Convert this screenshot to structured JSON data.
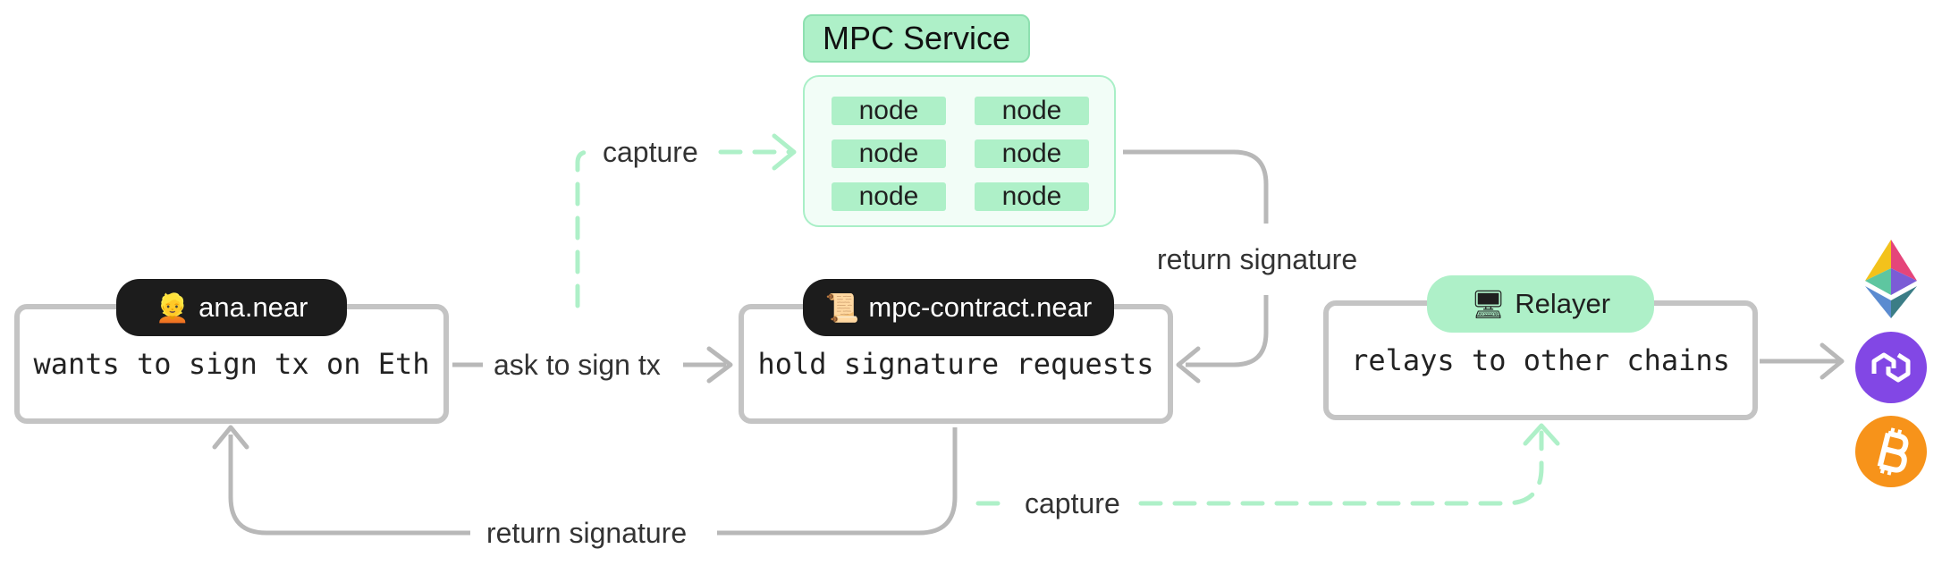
{
  "diagram": {
    "user": {
      "badge_icon": "person-emoji-icon",
      "badge_emoji": "👱",
      "badge": "ana.near",
      "text": "wants to sign tx on Eth"
    },
    "contract": {
      "badge_icon": "scroll-emoji-icon",
      "badge_emoji": "📜",
      "badge": "mpc-contract.near",
      "text": "hold signature requests"
    },
    "relayer": {
      "badge_icon": "server-emoji-icon",
      "badge_emoji": "🖥",
      "badge": "Relayer",
      "text": "relays to other chains"
    },
    "mpc": {
      "title": "MPC Service",
      "nodes": [
        "node",
        "node",
        "node",
        "node",
        "node",
        "node"
      ]
    },
    "edges": {
      "ask_to_sign": "ask to sign tx",
      "capture_top": "capture",
      "return_signature_right": "return signature",
      "return_signature_bottom": "return signature",
      "capture_bottom": "capture"
    },
    "chains": [
      {
        "name": "ethereum-logo-icon"
      },
      {
        "name": "polygon-logo-icon",
        "color": "#8247e5"
      },
      {
        "name": "bitcoin-logo-icon",
        "color": "#f7931a"
      }
    ],
    "colors": {
      "arrow_gray": "#b8b8b8",
      "arrow_green": "#aef0c8",
      "badge_dark": "#1c1c1c",
      "badge_green": "#aef0c8"
    }
  }
}
